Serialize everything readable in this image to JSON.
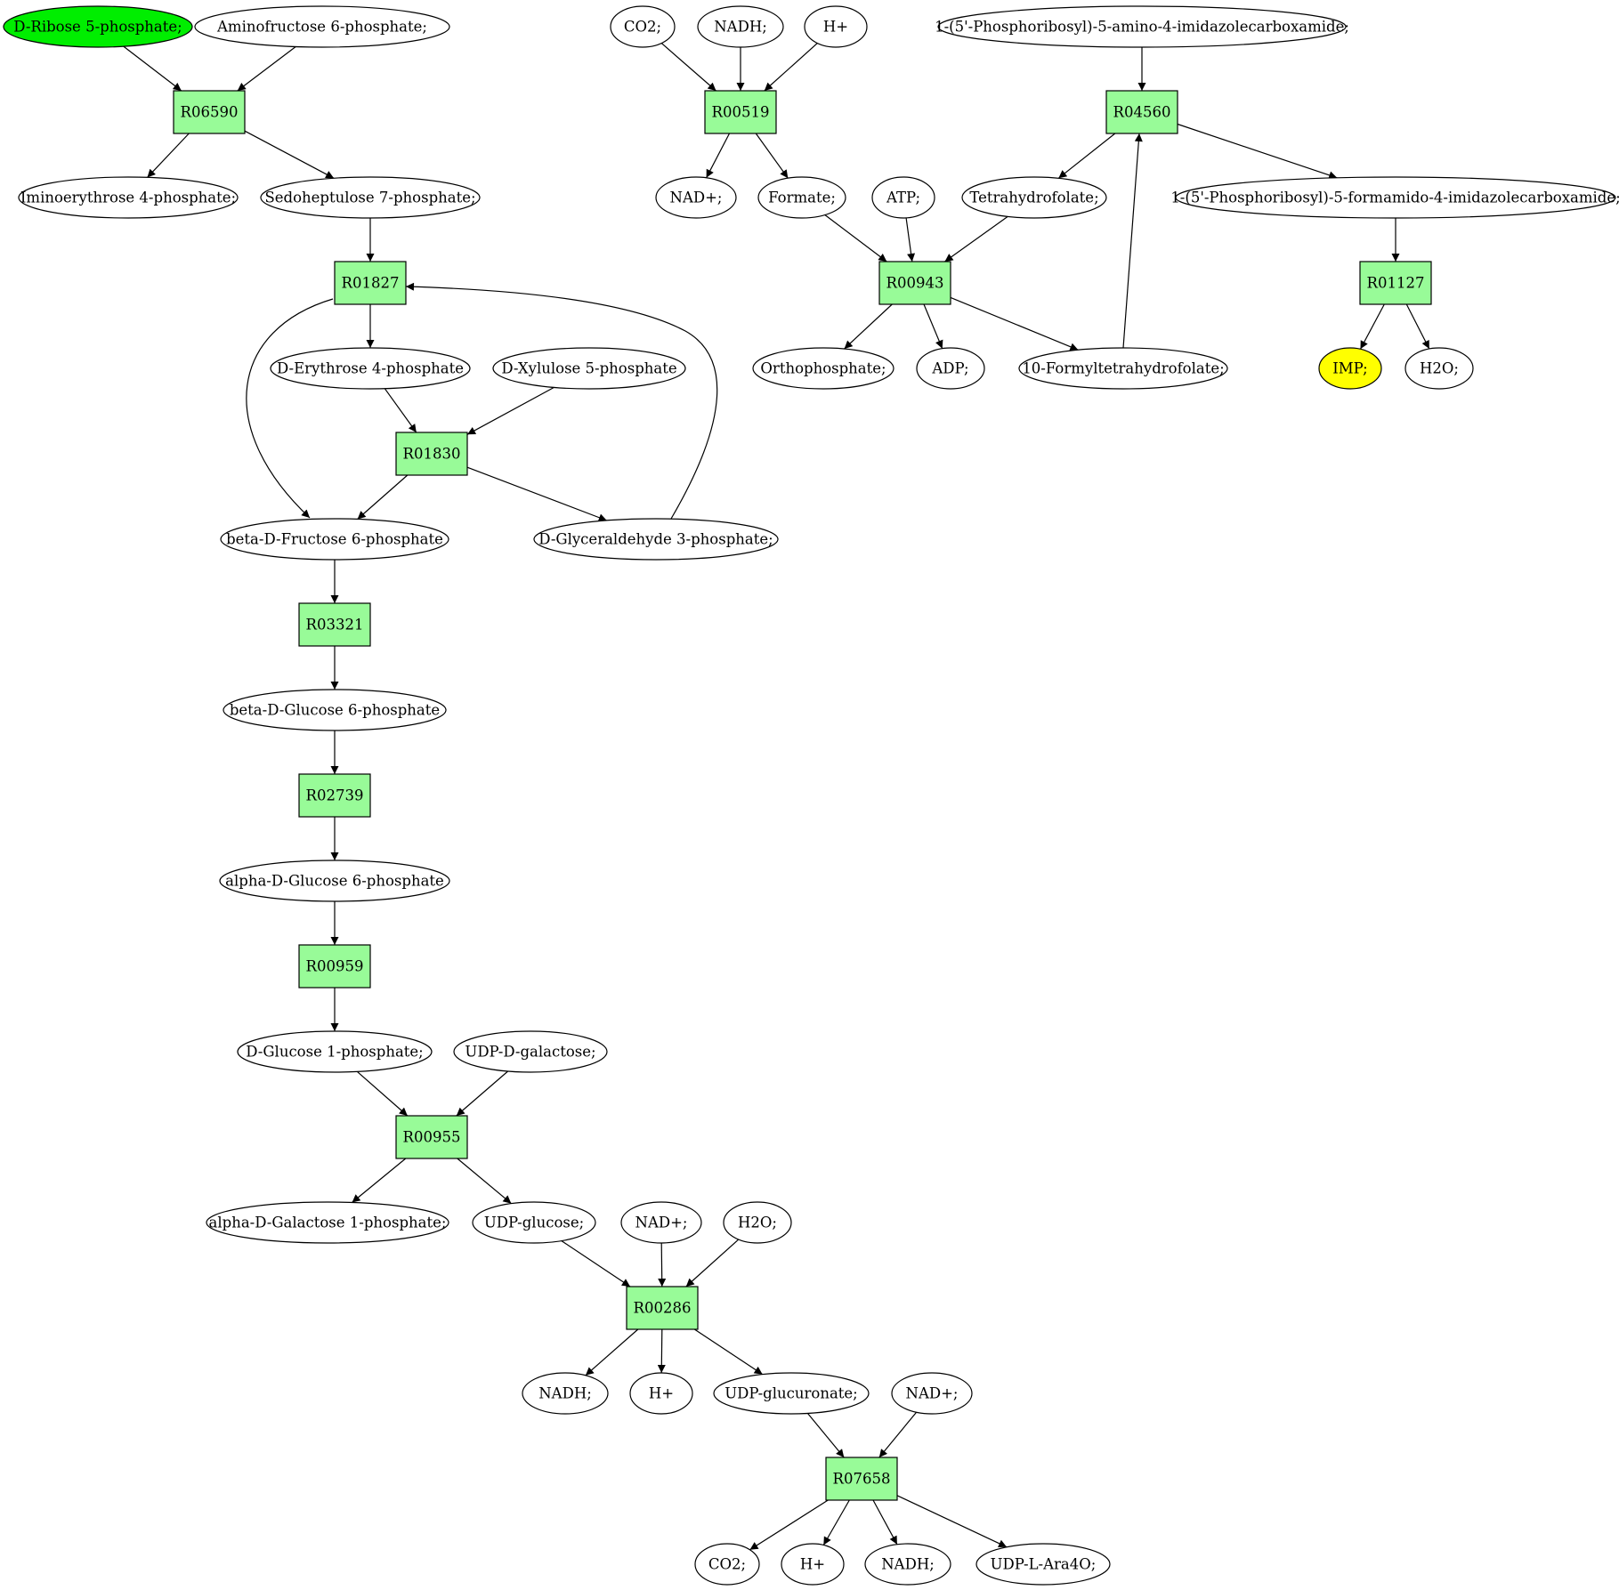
{
  "colors": {
    "reaction": "#98fb98",
    "start": "#00ee00",
    "end": "#ffff00",
    "compound": "#ffffff",
    "stroke": "#000000"
  },
  "nodes": [
    {
      "id": "c_rib5p",
      "label": "D-Ribose 5-phosphate;",
      "kind": "compound",
      "fill": "#00ee00"
    },
    {
      "id": "c_amf6p",
      "label": "Aminofructose 6-phosphate;",
      "kind": "compound"
    },
    {
      "id": "r06590",
      "label": "R06590",
      "kind": "reaction"
    },
    {
      "id": "c_ie4p",
      "label": "Iminoerythrose 4-phosphate;",
      "kind": "compound"
    },
    {
      "id": "c_s7p",
      "label": "Sedoheptulose 7-phosphate;",
      "kind": "compound"
    },
    {
      "id": "r01827",
      "label": "R01827",
      "kind": "reaction"
    },
    {
      "id": "c_e4p",
      "label": "D-Erythrose 4-phosphate",
      "kind": "compound"
    },
    {
      "id": "c_xu5p",
      "label": "D-Xylulose 5-phosphate",
      "kind": "compound"
    },
    {
      "id": "r01830",
      "label": "R01830",
      "kind": "reaction"
    },
    {
      "id": "c_bf6p",
      "label": "beta-D-Fructose 6-phosphate",
      "kind": "compound"
    },
    {
      "id": "c_g3p",
      "label": "D-Glyceraldehyde 3-phosphate;",
      "kind": "compound"
    },
    {
      "id": "r03321",
      "label": "R03321",
      "kind": "reaction"
    },
    {
      "id": "c_bg6p",
      "label": "beta-D-Glucose 6-phosphate",
      "kind": "compound"
    },
    {
      "id": "r02739",
      "label": "R02739",
      "kind": "reaction"
    },
    {
      "id": "c_ag6p",
      "label": "alpha-D-Glucose 6-phosphate",
      "kind": "compound"
    },
    {
      "id": "r00959",
      "label": "R00959",
      "kind": "reaction"
    },
    {
      "id": "c_g1p",
      "label": "D-Glucose 1-phosphate;",
      "kind": "compound"
    },
    {
      "id": "c_udpgal",
      "label": "UDP-D-galactose;",
      "kind": "compound"
    },
    {
      "id": "r00955",
      "label": "R00955",
      "kind": "reaction"
    },
    {
      "id": "c_agal1p",
      "label": "alpha-D-Galactose 1-phosphate;",
      "kind": "compound"
    },
    {
      "id": "c_udpglc",
      "label": "UDP-glucose;",
      "kind": "compound"
    },
    {
      "id": "c_nad_a",
      "label": "NAD+;",
      "kind": "compound"
    },
    {
      "id": "c_h2o_a",
      "label": "H2O;",
      "kind": "compound"
    },
    {
      "id": "r00286",
      "label": "R00286",
      "kind": "reaction"
    },
    {
      "id": "c_nadh_a",
      "label": "NADH;",
      "kind": "compound"
    },
    {
      "id": "c_h_a",
      "label": "H+",
      "kind": "compound"
    },
    {
      "id": "c_udpglcu",
      "label": "UDP-glucuronate;",
      "kind": "compound"
    },
    {
      "id": "c_nad_b",
      "label": "NAD+;",
      "kind": "compound"
    },
    {
      "id": "r07658",
      "label": "R07658",
      "kind": "reaction"
    },
    {
      "id": "c_co2_b",
      "label": "CO2;",
      "kind": "compound"
    },
    {
      "id": "c_h_b",
      "label": "H+",
      "kind": "compound"
    },
    {
      "id": "c_nadh_b",
      "label": "NADH;",
      "kind": "compound"
    },
    {
      "id": "c_udpara",
      "label": "UDP-L-Ara4O;",
      "kind": "compound"
    },
    {
      "id": "c_co2_a",
      "label": "CO2;",
      "kind": "compound"
    },
    {
      "id": "c_nadh_c",
      "label": "NADH;",
      "kind": "compound"
    },
    {
      "id": "c_h_c",
      "label": "H+",
      "kind": "compound"
    },
    {
      "id": "r00519",
      "label": "R00519",
      "kind": "reaction"
    },
    {
      "id": "c_nad_c",
      "label": "NAD+;",
      "kind": "compound"
    },
    {
      "id": "c_formate",
      "label": "Formate;",
      "kind": "compound"
    },
    {
      "id": "c_atp",
      "label": "ATP;",
      "kind": "compound"
    },
    {
      "id": "c_thf",
      "label": "Tetrahydrofolate;",
      "kind": "compound"
    },
    {
      "id": "r00943",
      "label": "R00943",
      "kind": "reaction"
    },
    {
      "id": "c_pi",
      "label": "Orthophosphate;",
      "kind": "compound"
    },
    {
      "id": "c_adp",
      "label": "ADP;",
      "kind": "compound"
    },
    {
      "id": "c_fthf",
      "label": "10-Formyltetrahydrofolate;",
      "kind": "compound"
    },
    {
      "id": "c_aicar",
      "label": "1-(5'-Phosphoribosyl)-5-amino-4-imidazolecarboxamide;",
      "kind": "compound"
    },
    {
      "id": "r04560",
      "label": "R04560",
      "kind": "reaction"
    },
    {
      "id": "c_faicar",
      "label": "1-(5'-Phosphoribosyl)-5-formamido-4-imidazolecarboxamide;",
      "kind": "compound"
    },
    {
      "id": "r01127",
      "label": "R01127",
      "kind": "reaction"
    },
    {
      "id": "c_imp",
      "label": "IMP;",
      "kind": "compound",
      "fill": "#ffff00"
    },
    {
      "id": "c_h2o_c",
      "label": "H2O;",
      "kind": "compound"
    }
  ],
  "edges": [
    [
      "c_rib5p",
      "r06590"
    ],
    [
      "c_amf6p",
      "r06590"
    ],
    [
      "r06590",
      "c_ie4p"
    ],
    [
      "r06590",
      "c_s7p"
    ],
    [
      "c_s7p",
      "r01827"
    ],
    [
      "c_g3p",
      "r01827"
    ],
    [
      "r01827",
      "c_e4p"
    ],
    [
      "r01827",
      "c_bf6p"
    ],
    [
      "c_e4p",
      "r01830"
    ],
    [
      "c_xu5p",
      "r01830"
    ],
    [
      "r01830",
      "c_bf6p"
    ],
    [
      "r01830",
      "c_g3p"
    ],
    [
      "c_bf6p",
      "r03321"
    ],
    [
      "r03321",
      "c_bg6p"
    ],
    [
      "c_bg6p",
      "r02739"
    ],
    [
      "r02739",
      "c_ag6p"
    ],
    [
      "c_ag6p",
      "r00959"
    ],
    [
      "r00959",
      "c_g1p"
    ],
    [
      "c_g1p",
      "r00955"
    ],
    [
      "c_udpgal",
      "r00955"
    ],
    [
      "r00955",
      "c_agal1p"
    ],
    [
      "r00955",
      "c_udpglc"
    ],
    [
      "c_udpglc",
      "r00286"
    ],
    [
      "c_nad_a",
      "r00286"
    ],
    [
      "c_h2o_a",
      "r00286"
    ],
    [
      "r00286",
      "c_nadh_a"
    ],
    [
      "r00286",
      "c_h_a"
    ],
    [
      "r00286",
      "c_udpglcu"
    ],
    [
      "c_udpglcu",
      "r07658"
    ],
    [
      "c_nad_b",
      "r07658"
    ],
    [
      "r07658",
      "c_co2_b"
    ],
    [
      "r07658",
      "c_h_b"
    ],
    [
      "r07658",
      "c_nadh_b"
    ],
    [
      "r07658",
      "c_udpara"
    ],
    [
      "c_co2_a",
      "r00519"
    ],
    [
      "c_nadh_c",
      "r00519"
    ],
    [
      "c_h_c",
      "r00519"
    ],
    [
      "r00519",
      "c_nad_c"
    ],
    [
      "r00519",
      "c_formate"
    ],
    [
      "c_formate",
      "r00943"
    ],
    [
      "c_atp",
      "r00943"
    ],
    [
      "c_thf",
      "r00943"
    ],
    [
      "r00943",
      "c_pi"
    ],
    [
      "r00943",
      "c_adp"
    ],
    [
      "r00943",
      "c_fthf"
    ],
    [
      "c_aicar",
      "r04560"
    ],
    [
      "c_fthf",
      "r04560"
    ],
    [
      "r04560",
      "c_thf"
    ],
    [
      "r04560",
      "c_faicar"
    ],
    [
      "c_faicar",
      "r01127"
    ],
    [
      "r01127",
      "c_imp"
    ],
    [
      "r01127",
      "c_h2o_c"
    ]
  ]
}
